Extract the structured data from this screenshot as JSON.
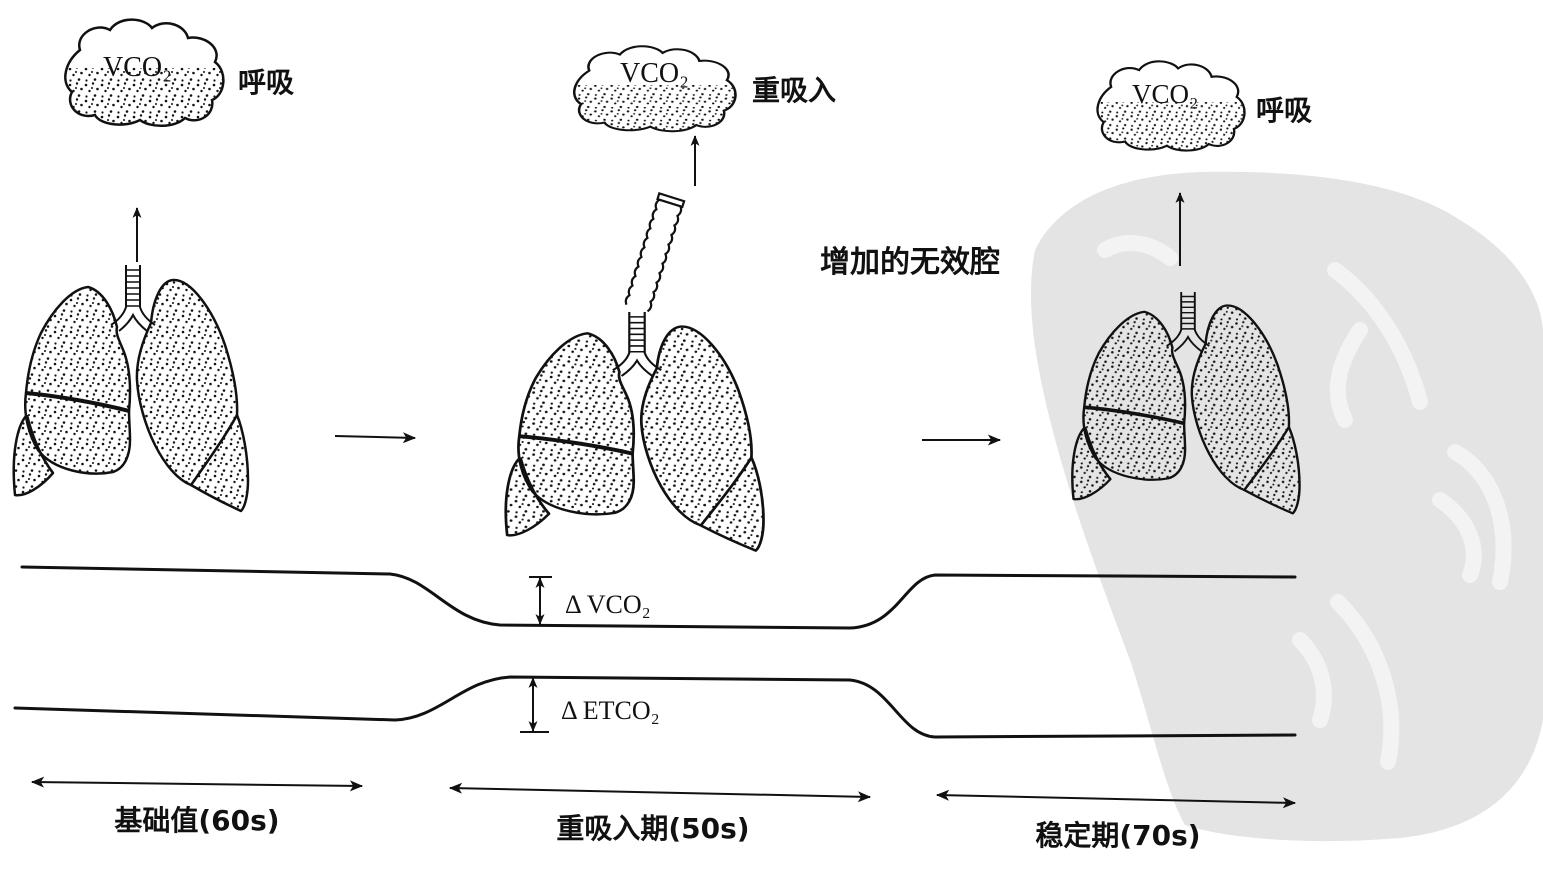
{
  "clouds": [
    {
      "text": "VCO₂",
      "label": "呼吸"
    },
    {
      "text": "VCO₂",
      "label": "重吸入"
    },
    {
      "text": "VCO₂",
      "label": "呼吸"
    }
  ],
  "dead_space_label": "增加的无效腔",
  "deltas": {
    "vco2": "Δ VCO₂",
    "etco2": "Δ ETCO₂"
  },
  "phases": [
    "基础值(60s)",
    "重吸入期(50s)",
    "稳定期(70s)"
  ],
  "colors": {
    "ink": "#111111",
    "watermark": "#e4e4e4"
  }
}
